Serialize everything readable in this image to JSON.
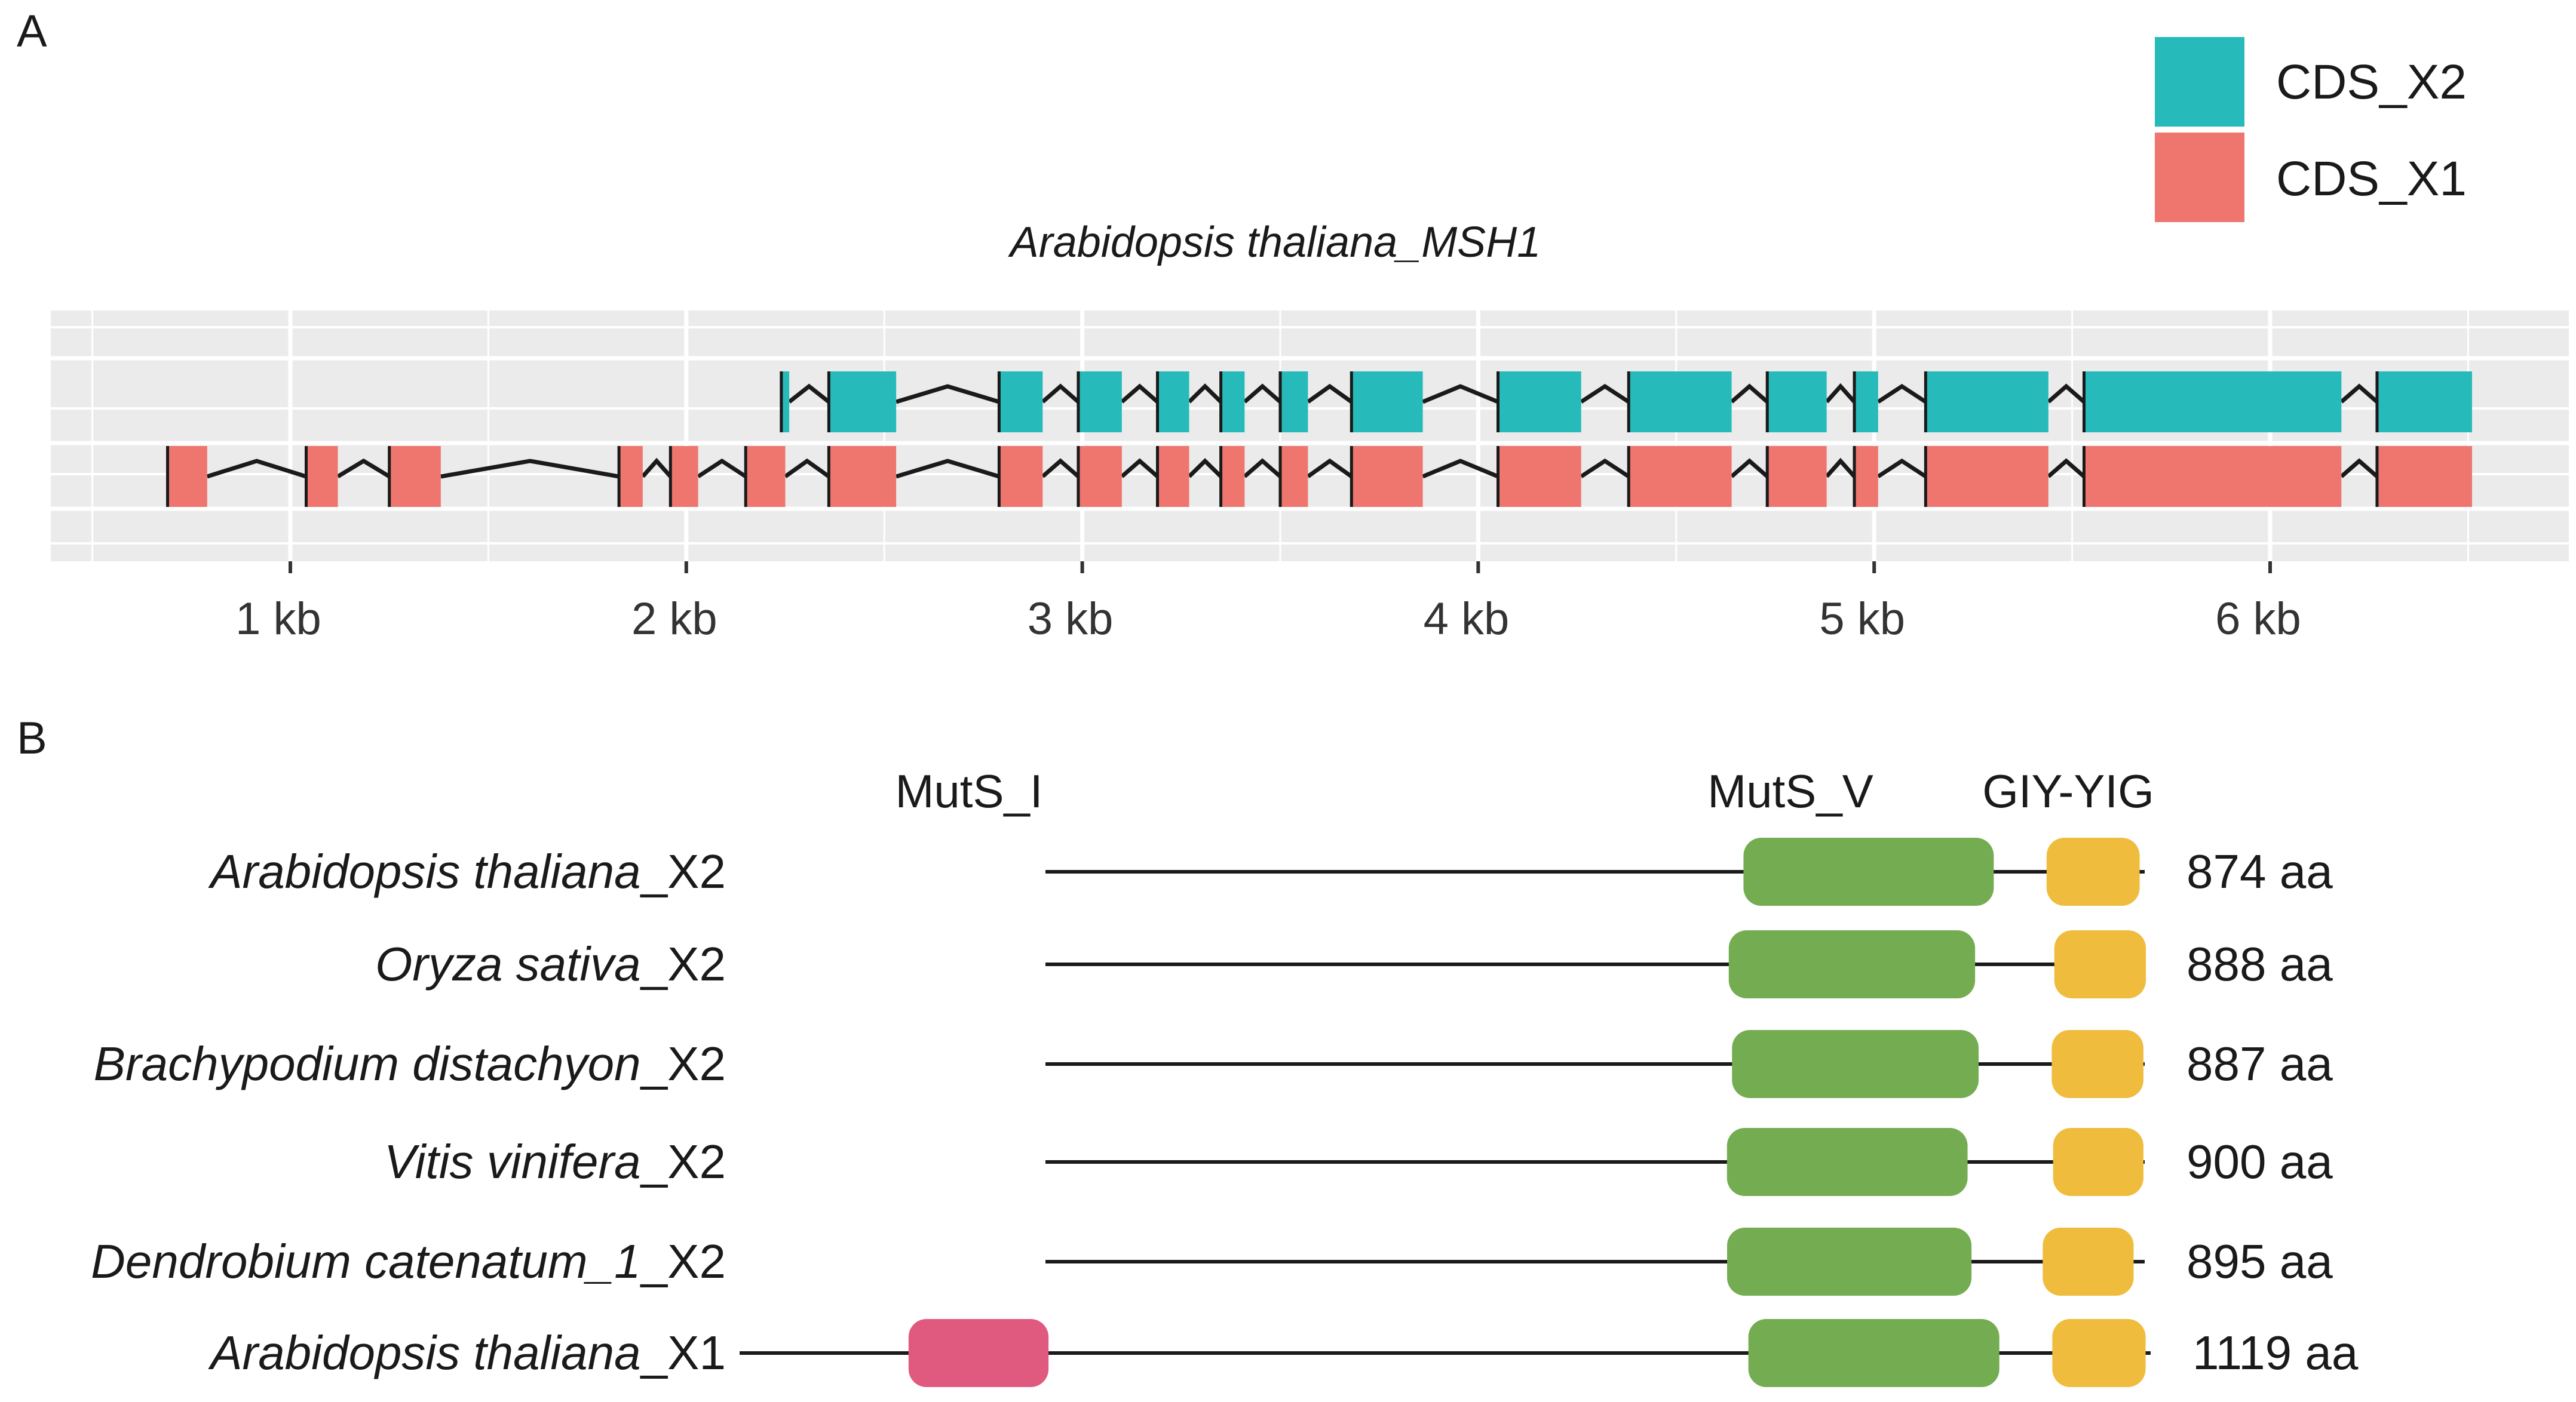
{
  "panels": {
    "a_label": "A",
    "b_label": "B"
  },
  "legend": {
    "items": [
      {
        "label": "CDS_X2",
        "color": "#26BBBA"
      },
      {
        "label": "CDS_X1",
        "color": "#EE766F"
      }
    ]
  },
  "gene_structure": {
    "title": "Arabidopsis thaliana_MSH1",
    "unit": "kb",
    "ticks": [
      {
        "value": 1,
        "label": "1 kb"
      },
      {
        "value": 2,
        "label": "2 kb"
      },
      {
        "value": 3,
        "label": "3 kb"
      },
      {
        "value": 4,
        "label": "4 kb"
      },
      {
        "value": 5,
        "label": "5 kb"
      },
      {
        "value": 6,
        "label": "6 kb"
      }
    ],
    "xlim": [
      0.5,
      6.9
    ],
    "panel_background": "#EBEBEB",
    "transcripts": [
      {
        "name": "CDS_X2",
        "color": "#26BBBA",
        "exons": [
          [
            2.24,
            2.26
          ],
          [
            2.36,
            2.53
          ],
          [
            2.79,
            2.9
          ],
          [
            2.99,
            3.1
          ],
          [
            3.19,
            3.27
          ],
          [
            3.35,
            3.41
          ],
          [
            3.5,
            3.57
          ],
          [
            3.68,
            3.86
          ],
          [
            4.05,
            4.26
          ],
          [
            4.38,
            4.64
          ],
          [
            4.73,
            4.88
          ],
          [
            4.95,
            5.01
          ],
          [
            5.13,
            5.44
          ],
          [
            5.53,
            6.18
          ],
          [
            6.27,
            6.51
          ]
        ]
      },
      {
        "name": "CDS_X1",
        "color": "#EE766F",
        "exons": [
          [
            0.69,
            0.79
          ],
          [
            1.04,
            1.12
          ],
          [
            1.25,
            1.38
          ],
          [
            1.83,
            1.89
          ],
          [
            1.96,
            2.03
          ],
          [
            2.15,
            2.25
          ],
          [
            2.36,
            2.53
          ],
          [
            2.79,
            2.9
          ],
          [
            2.99,
            3.1
          ],
          [
            3.19,
            3.27
          ],
          [
            3.35,
            3.41
          ],
          [
            3.5,
            3.57
          ],
          [
            3.68,
            3.86
          ],
          [
            4.05,
            4.26
          ],
          [
            4.38,
            4.64
          ],
          [
            4.73,
            4.88
          ],
          [
            4.95,
            5.01
          ],
          [
            5.13,
            5.44
          ],
          [
            5.53,
            6.18
          ],
          [
            6.27,
            6.51
          ]
        ]
      }
    ]
  },
  "protein_domains": {
    "domain_headers": [
      {
        "label": "MutS_I",
        "domain": "MutS_I"
      },
      {
        "label": "MutS_V",
        "domain": "MutS_V"
      },
      {
        "label": "GIY-YIG",
        "domain": "GIY-YIG"
      }
    ],
    "domain_colors": {
      "MutS_I": "#E05A80",
      "MutS_V": "#74AC51",
      "GIY-YIG": "#EFBC3D"
    },
    "proteins": [
      {
        "species": "Arabidopsis thaliana",
        "suffix": "_X2",
        "length_label": "874 aa",
        "length": 874,
        "domains": [
          {
            "name": "MutS_V",
            "start": 555,
            "end": 754
          },
          {
            "name": "GIY-YIG",
            "start": 796,
            "end": 870
          }
        ]
      },
      {
        "species": "Oryza sativa",
        "suffix": "_X2",
        "length_label": "888 aa",
        "length": 888,
        "domains": [
          {
            "name": "MutS_V",
            "start": 552,
            "end": 751
          },
          {
            "name": "GIY-YIG",
            "start": 815,
            "end": 889
          }
        ]
      },
      {
        "species": "Brachypodium distachyon",
        "suffix": "_X2",
        "length_label": "887 aa",
        "length": 887,
        "domains": [
          {
            "name": "MutS_V",
            "start": 554,
            "end": 753
          },
          {
            "name": "GIY-YIG",
            "start": 812,
            "end": 886
          }
        ]
      },
      {
        "species": "Vitis vinifera",
        "suffix": "_X2",
        "length_label": "900 aa",
        "length": 900,
        "domains": [
          {
            "name": "MutS_V",
            "start": 558,
            "end": 755
          },
          {
            "name": "GIY-YIG",
            "start": 825,
            "end": 899
          }
        ]
      },
      {
        "species": "Dendrobium catenatum_1",
        "suffix": "_X2",
        "length_label": "895 aa",
        "length": 895,
        "domains": [
          {
            "name": "MutS_V",
            "start": 555,
            "end": 754
          },
          {
            "name": "GIY-YIG",
            "start": 812,
            "end": 886
          }
        ]
      },
      {
        "species": "Arabidopsis thaliana",
        "suffix": "_X1",
        "length_label": "1119 aa",
        "length": 1119,
        "domains": [
          {
            "name": "MutS_I",
            "start": 134,
            "end": 245
          },
          {
            "name": "MutS_V",
            "start": 800,
            "end": 999
          },
          {
            "name": "GIY-YIG",
            "start": 1041,
            "end": 1115
          }
        ]
      }
    ]
  }
}
